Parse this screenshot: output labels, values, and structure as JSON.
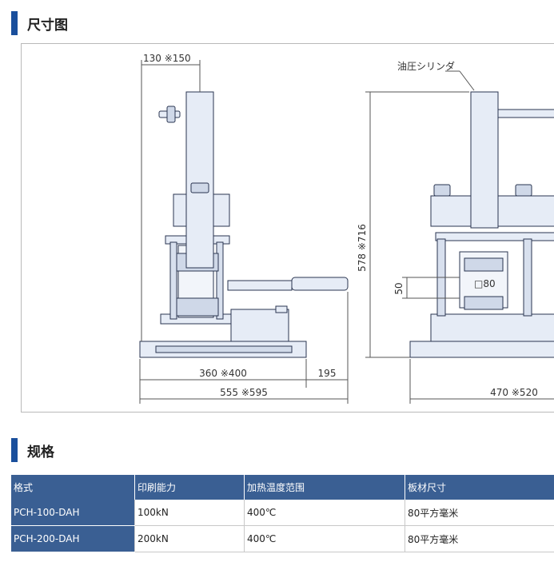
{
  "section_dimensions": {
    "title": "尺寸图"
  },
  "section_specs": {
    "title": "规格"
  },
  "diagram": {
    "top_dim": "130 ※150",
    "cylinder_label": "油圧シリンダ",
    "height_dim": "578 ※716",
    "gap_dim": "50",
    "plate_dim": "□80",
    "width_main": "360 ※400",
    "width_handle": "195",
    "width_total": "555 ※595",
    "width_front": "470 ※520"
  },
  "table": {
    "headers": [
      "格式",
      "印刷能力",
      "加热温度范围",
      "板材尺寸"
    ],
    "rows": [
      [
        "PCH-100-DAH",
        "100kN",
        "400℃",
        "80平方毫米"
      ],
      [
        "PCH-200-DAH",
        "200kN",
        "400℃",
        "80平方毫米"
      ]
    ]
  },
  "colors": {
    "accent": "#1a4f9c",
    "table_header": "#3a5f93",
    "machine_fill": "#e6ecf6",
    "machine_stroke": "#2a3550"
  }
}
